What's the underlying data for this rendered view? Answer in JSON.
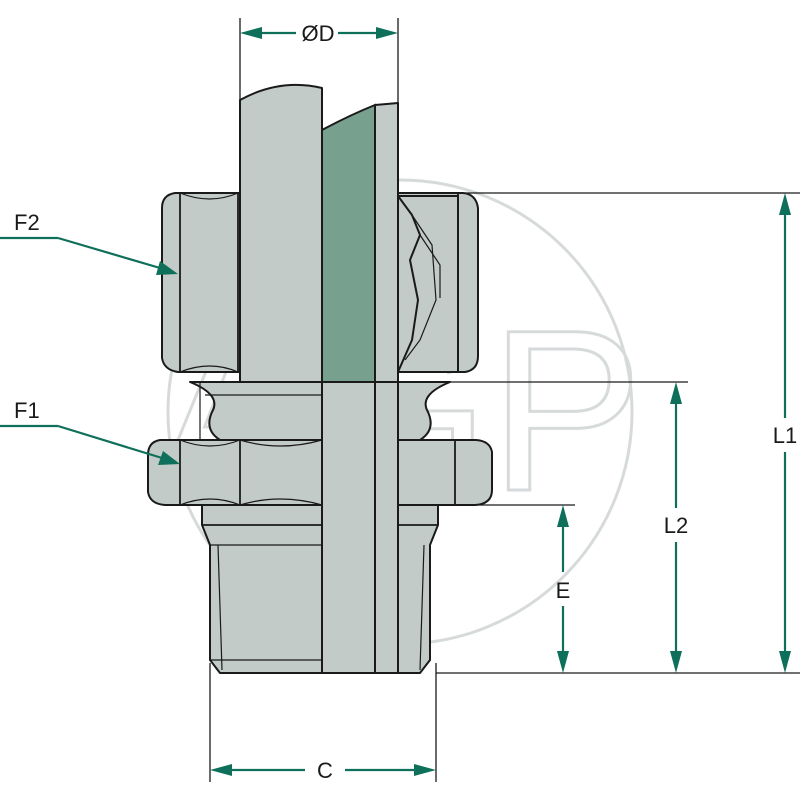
{
  "colors": {
    "part_fill": "#c2cbc7",
    "tube_fill": "#78a08f",
    "accent": "#0e6f5a",
    "watermark": "#d7dadb"
  },
  "labels": {
    "od": "ØD",
    "f2": "F2",
    "f1": "F1",
    "l1": "L1",
    "l2": "L2",
    "e": "E",
    "c": "C"
  },
  "watermark": {
    "text": "AGP"
  }
}
